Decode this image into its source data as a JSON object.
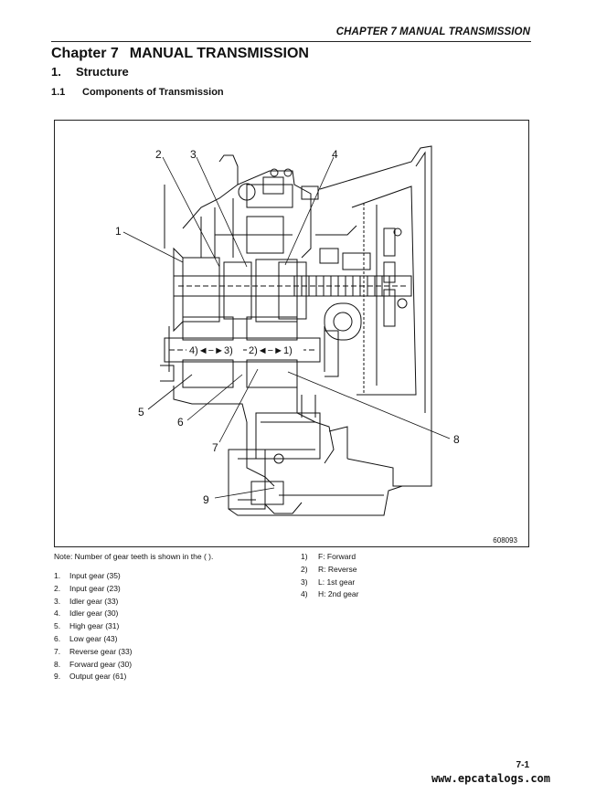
{
  "header": {
    "running_head": "CHAPTER 7 MANUAL TRANSMISSION"
  },
  "title": {
    "chapter_label": "Chapter 7",
    "chapter_name": "MANUAL TRANSMISSION",
    "section_number": "1.",
    "section_name": "Structure",
    "subsection_number": "1.1",
    "subsection_name": "Components of Transmission"
  },
  "figure": {
    "code": "608093",
    "callouts": [
      "1",
      "2",
      "3",
      "4",
      "5",
      "6",
      "7",
      "8",
      "9"
    ],
    "shaft_labels": {
      "left": "4)◄−►3)",
      "right": "2)◄−►1)"
    }
  },
  "note": "Note: Number of gear teeth is shown in the ( ).",
  "legend": [
    {
      "key": "1)",
      "text": "F: Forward"
    },
    {
      "key": "2)",
      "text": "R: Reverse"
    },
    {
      "key": "3)",
      "text": "L: 1st gear"
    },
    {
      "key": "4)",
      "text": "H: 2nd gear"
    }
  ],
  "parts": [
    {
      "key": "1.",
      "text": "Input gear (35)"
    },
    {
      "key": "2.",
      "text": "Input gear (23)"
    },
    {
      "key": "3.",
      "text": "Idler gear (33)"
    },
    {
      "key": "4.",
      "text": "Idler gear (30)"
    },
    {
      "key": "5.",
      "text": "High gear (31)"
    },
    {
      "key": "6.",
      "text": "Low gear (43)"
    },
    {
      "key": "7.",
      "text": "Reverse gear (33)"
    },
    {
      "key": "8.",
      "text": "Forward gear (30)"
    },
    {
      "key": "9.",
      "text": "Output gear (61)"
    }
  ],
  "footer": {
    "page_number": "7-1",
    "watermark": "www.epcatalogs.com"
  }
}
